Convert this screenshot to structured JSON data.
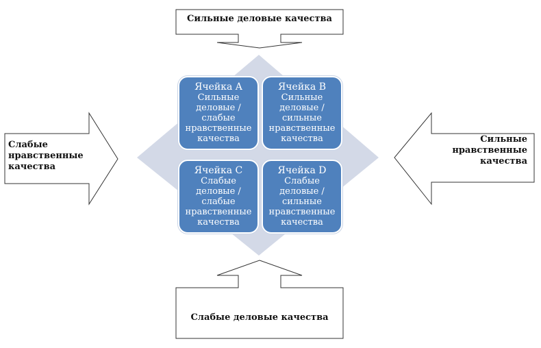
{
  "arrows": {
    "top": "Сильные деловые качества",
    "bottom": "Слабые деловые качества",
    "left": "Слабые\nнравственные\nкачества",
    "right": "Сильные\nнравственные\nкачества"
  },
  "cells": [
    {
      "title": "Ячейка A",
      "text": "Сильные\nделовые /\nслабые\nнравственные\nкачества"
    },
    {
      "title": "Ячейка B",
      "text": "Сильные\nделовые /\nсильные\nнравственные\nкачества"
    },
    {
      "title": "Ячейка C",
      "text": "Слабые\nделовые /\nслабые\nнравственные\nкачества"
    },
    {
      "title": "Ячейка D",
      "text": "Слабые\nделовые /\nсильные\nнравственные\nкачества"
    }
  ],
  "colors": {
    "cell_fill": "#4f81bd",
    "diamond_fill": "#d3d9e7",
    "arrow_stroke": "#333333"
  }
}
